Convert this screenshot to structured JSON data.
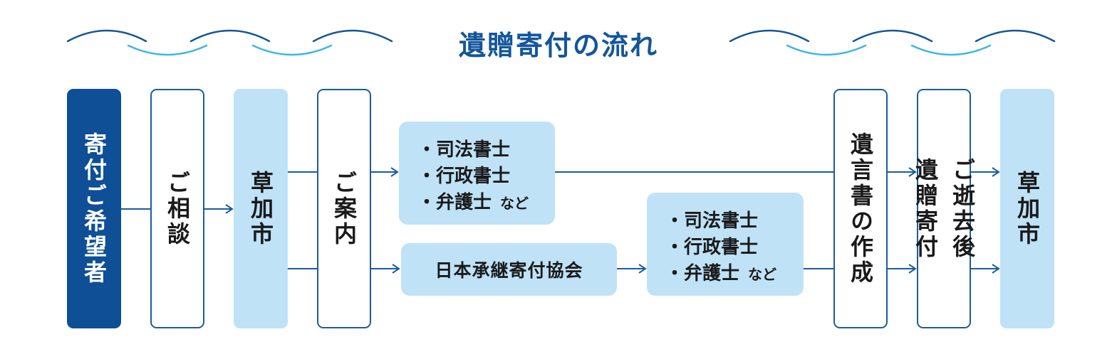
{
  "title": "遺贈寄付の流れ",
  "colors": {
    "dark_blue": "#0e4f96",
    "line_blue": "#1b5c9c",
    "light_blue": "#bfe2f7",
    "wave_light": "#3fb5e6"
  },
  "steps": {
    "applicant": "寄付ご希望者",
    "consultation": "ご相談",
    "city1": "草加市",
    "guidance": "ご案内",
    "will_creation": "遺言書の作成",
    "after_death_line1": "ご逝去後",
    "after_death_line2": "遺贈寄付",
    "city2": "草加市"
  },
  "experts_top": {
    "items": [
      "司法書士",
      "行政書士",
      "弁護士"
    ],
    "bullet": "・",
    "note": "など"
  },
  "association": "日本承継寄付協会",
  "experts_bottom": {
    "items": [
      "司法書士",
      "行政書士",
      "弁護士"
    ],
    "bullet": "・",
    "note": "など"
  }
}
